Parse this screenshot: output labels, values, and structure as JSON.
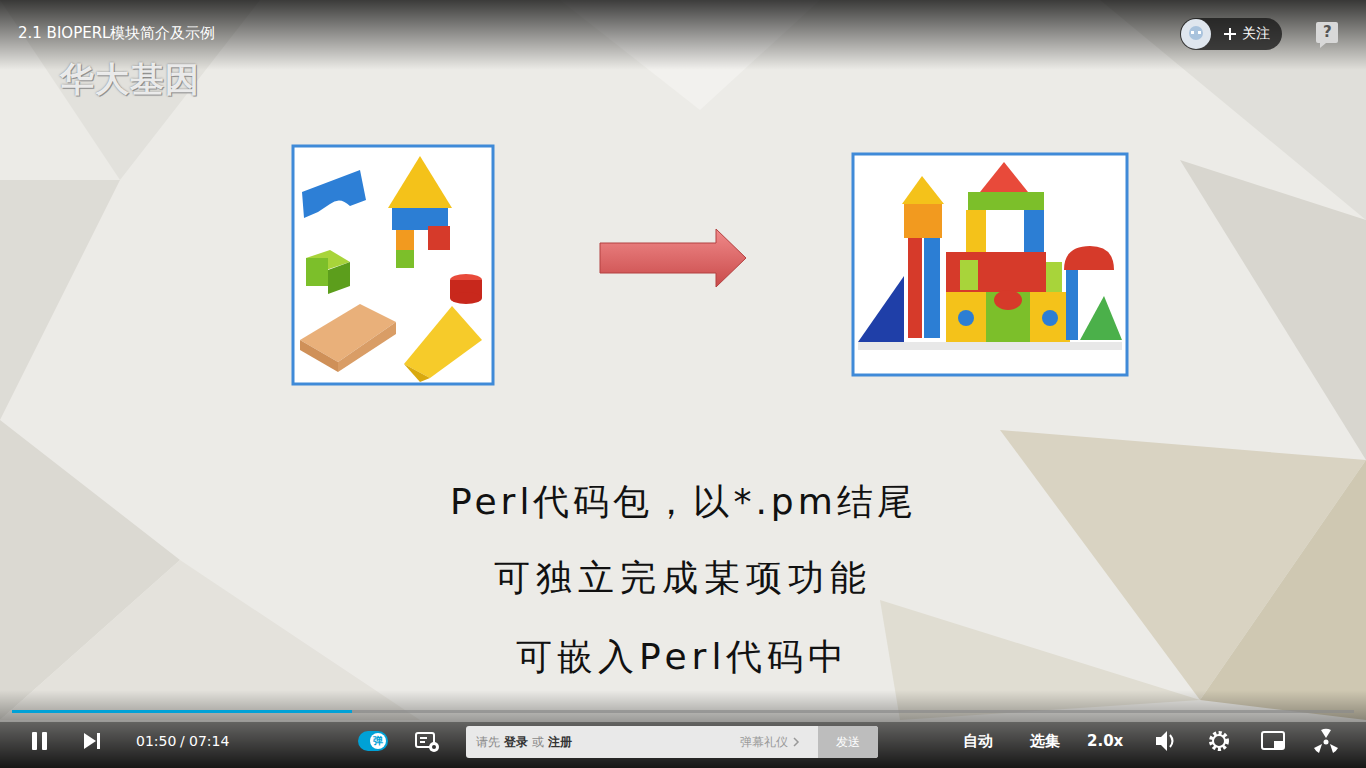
{
  "diagram": {
    "title": "2.1 BIOPERL模块简介及示例",
    "nodes": [
      {
        "text": [
          "关注"
        ]
      },
      {
        "text": [
          "弹"
        ]
      },
      {
        "text": [
          "请先",
          "登录",
          "或",
          "注册",
          "弹幕礼仪"
        ]
      },
      {
        "text": [
          "发送"
        ],
        "in": 2
      }
    ],
    "labels": [
      "华大基因",
      "?",
      "Perl代码包，以*.pm结尾",
      "可独立完成某项功能",
      "可嵌入Perl代码中",
      "01:50",
      "/",
      "07:14",
      "自动",
      "选集",
      "2.0x"
    ]
  }
}
